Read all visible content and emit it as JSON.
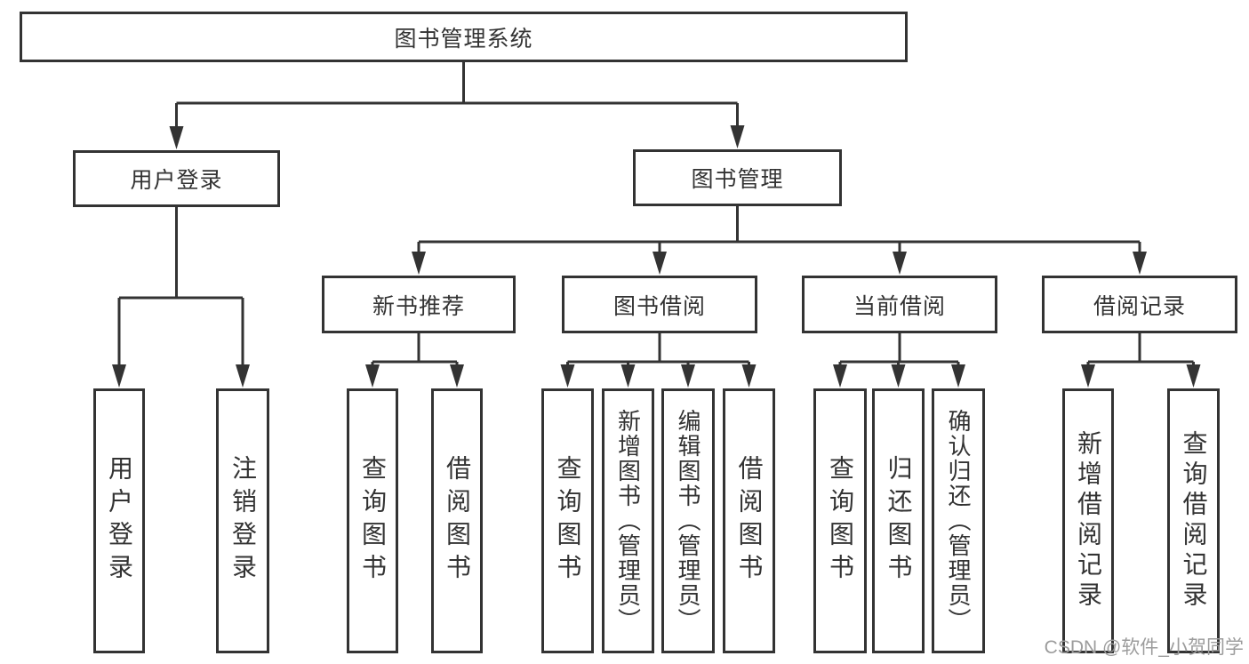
{
  "tree": {
    "label": "图书管理系统",
    "children": [
      {
        "label": "用户登录",
        "children": [
          {
            "label": "用户登录"
          },
          {
            "label": "注销登录"
          }
        ]
      },
      {
        "label": "图书管理",
        "children": [
          {
            "label": "新书推荐",
            "children": [
              {
                "label": "查询图书"
              },
              {
                "label": "借阅图书"
              }
            ]
          },
          {
            "label": "图书借阅",
            "children": [
              {
                "label": "查询图书"
              },
              {
                "label": "新增图书（管理员）"
              },
              {
                "label": "编辑图书（管理员）"
              },
              {
                "label": "借阅图书"
              }
            ]
          },
          {
            "label": "当前借阅",
            "children": [
              {
                "label": "查询图书"
              },
              {
                "label": "归还图书"
              },
              {
                "label": "确认归还（管理员）"
              }
            ]
          },
          {
            "label": "借阅记录",
            "children": [
              {
                "label": "新增借阅记录"
              },
              {
                "label": "查询借阅记录"
              }
            ]
          }
        ]
      }
    ]
  },
  "watermark": {
    "text": "CSDN @软件_小贺同学"
  },
  "colors": {
    "line": "#333333",
    "text": "#333333",
    "box_background": "#ffffff",
    "watermark": "#9c9c9c"
  }
}
